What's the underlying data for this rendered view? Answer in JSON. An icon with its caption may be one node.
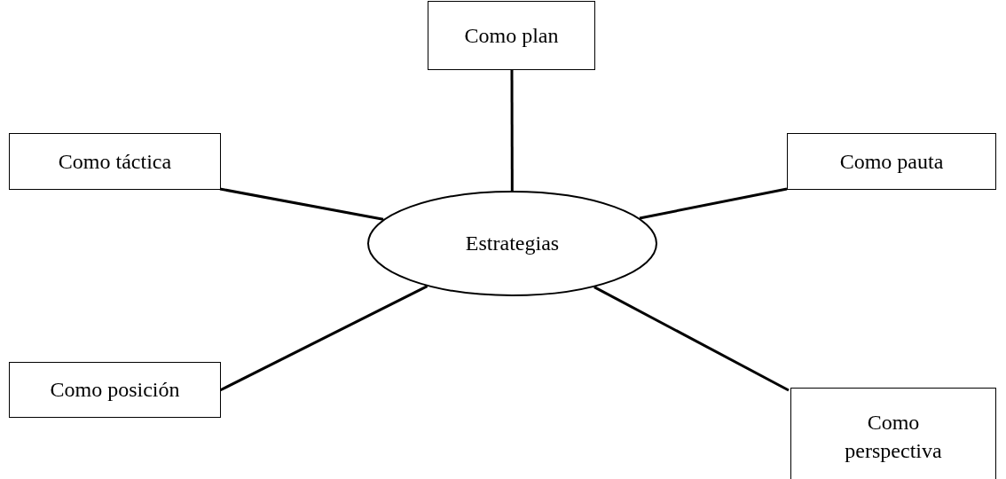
{
  "diagram": {
    "nodes": [
      {
        "text": [
          "Como plan"
        ]
      },
      {
        "text": [
          "Como táctica"
        ]
      },
      {
        "text": [
          "Como pauta"
        ]
      },
      {
        "text": [
          "Estrategias"
        ]
      },
      {
        "text": [
          "Como posición"
        ]
      },
      {
        "text": [
          "Como perspectiva"
        ]
      }
    ],
    "edges": [
      {
        "from": 3,
        "to": 0,
        "arrow": "none"
      },
      {
        "from": 3,
        "to": 1,
        "arrow": "none"
      },
      {
        "from": 3,
        "to": 2,
        "arrow": "none"
      },
      {
        "from": 3,
        "to": 4,
        "arrow": "none"
      },
      {
        "from": 3,
        "to": 5,
        "arrow": "none"
      }
    ]
  }
}
